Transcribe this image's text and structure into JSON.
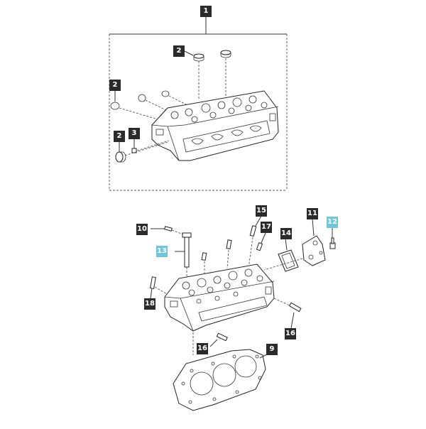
{
  "diagram": {
    "callouts": [
      {
        "id": "c1",
        "label": "1",
        "highlighted": false
      },
      {
        "id": "c2a",
        "label": "2",
        "highlighted": false
      },
      {
        "id": "c2b",
        "label": "2",
        "highlighted": false
      },
      {
        "id": "c2c",
        "label": "2",
        "highlighted": false
      },
      {
        "id": "c3",
        "label": "3",
        "highlighted": false
      },
      {
        "id": "c15",
        "label": "15",
        "highlighted": false
      },
      {
        "id": "c10",
        "label": "10",
        "highlighted": false
      },
      {
        "id": "c11",
        "label": "11",
        "highlighted": false
      },
      {
        "id": "c12",
        "label": "12",
        "highlighted": true
      },
      {
        "id": "c17",
        "label": "17",
        "highlighted": false
      },
      {
        "id": "c14",
        "label": "14",
        "highlighted": false
      },
      {
        "id": "c13",
        "label": "13",
        "highlighted": true
      },
      {
        "id": "c18",
        "label": "18",
        "highlighted": false
      },
      {
        "id": "c16a",
        "label": "16",
        "highlighted": false
      },
      {
        "id": "c16b",
        "label": "16",
        "highlighted": false
      },
      {
        "id": "c9",
        "label": "9",
        "highlighted": false
      }
    ],
    "colors": {
      "callout_bg": "#2b2b2b",
      "callout_highlight_bg": "#6fc6da",
      "line": "#333333"
    }
  }
}
